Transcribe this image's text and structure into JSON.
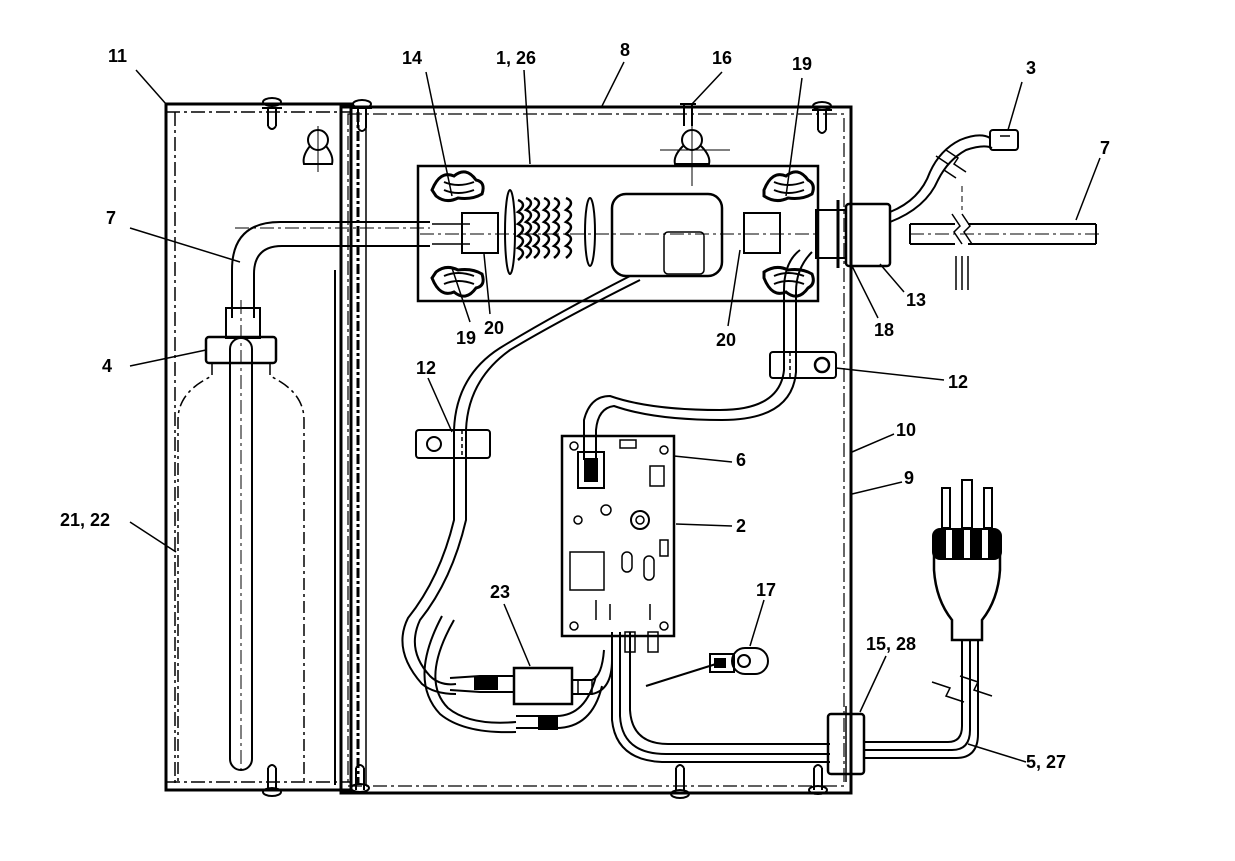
{
  "callouts": {
    "c11": "11",
    "c14": "14",
    "c1_26": "1, 26",
    "c8": "8",
    "c16": "16",
    "c19_top": "19",
    "c3": "3",
    "c7_right": "7",
    "c7_left": "7",
    "c4": "4",
    "c19_bottom": "19",
    "c20_left": "20",
    "c20_right": "20",
    "c13": "13",
    "c18": "18",
    "c12_left": "12",
    "c12_right": "12",
    "c10": "10",
    "c6": "6",
    "c9": "9",
    "c2": "2",
    "c21_22": "21, 22",
    "c23": "23",
    "c17": "17",
    "c15_28": "15, 28",
    "c5_27": "5, 27"
  }
}
